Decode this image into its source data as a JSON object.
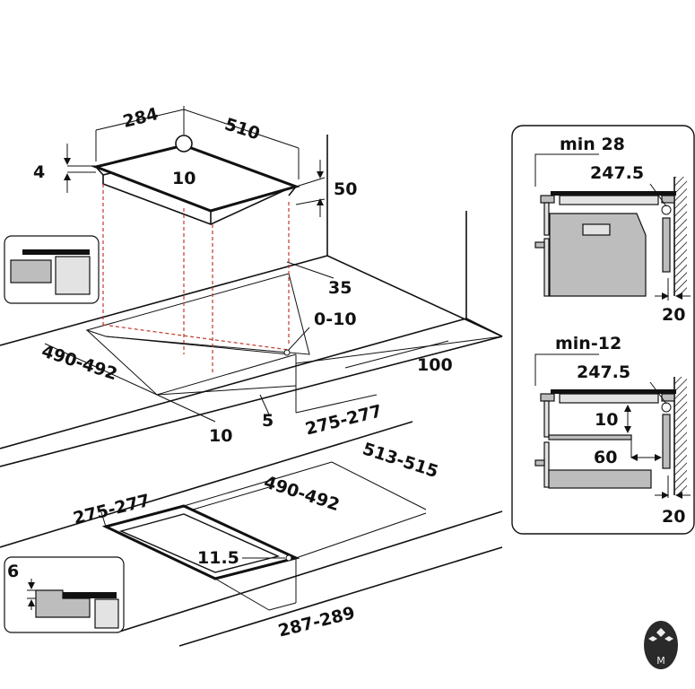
{
  "main_view": {
    "hob_depth": "284",
    "hob_width": "510",
    "glass_thickness": "4",
    "hob_height": "50",
    "marker_value": "10",
    "rear_clearance": "35",
    "tolerance": "0-10",
    "cutout_width": "490-492",
    "front_clearance": "100",
    "front_edge_min": "10",
    "offset": "5",
    "cutout_depth": "275-277"
  },
  "flush_view": {
    "cutout_depth": "275-277",
    "cutout_width": "490-492",
    "outer_width": "513-515",
    "corner_radius": "11.5",
    "outer_depth": "287-289"
  },
  "inset_flush": {
    "recess_depth": "6"
  },
  "side_panel": {
    "top": {
      "min_label": "min 28",
      "dimension": "247.5",
      "wall_gap": "20"
    },
    "bottom": {
      "min_label": "min-12",
      "dimension": "247.5",
      "vertical_gap": "10",
      "horizontal_gap": "60",
      "wall_gap": "20"
    }
  },
  "logo": {
    "letter": "M"
  }
}
